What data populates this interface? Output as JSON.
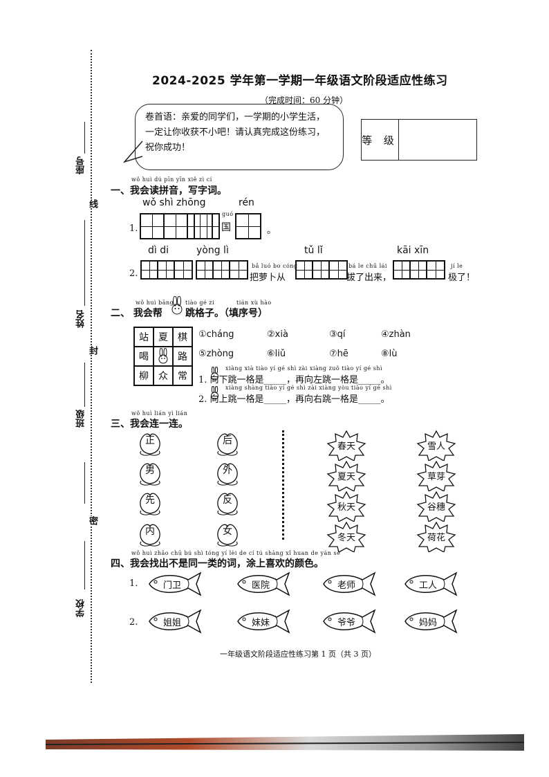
{
  "header": {
    "title": "2024-2025 学年第一学期一年级语文阶段适应性练习",
    "subtitle": "（完成时间：60 分钟）",
    "message": "卷首语：亲爱的同学们，一学期的小学生活，一定让你收获不小吧！请认真完成这份练习，祝你成功！",
    "grade_label": "等 级"
  },
  "margin": {
    "seat": "座号",
    "name": "姓名",
    "class": "班级",
    "school": "学校",
    "seam_line": "线",
    "seam_seal": "封",
    "seam_dense": "密"
  },
  "section1": {
    "pinyin": "wǒ huì dú pīn yīn   xiě zì cí",
    "title": "一、我会读拼音，写字词。",
    "q1_num": "1.",
    "q1_py1": "wǒ  shì zhōng",
    "q1_py2": "rén",
    "q1_guo_py": "guó",
    "q1_guo": "国",
    "q1_end": "。",
    "q2_num": "2.",
    "q2_py1": "dì  di",
    "q2_py2": "yòng lì",
    "q2_py3": "tǔ  lǐ",
    "q2_py4": "kāi xīn",
    "q2_t1_py": "bǎ luó bo cóng",
    "q2_t1": "把萝卜从",
    "q2_t2_py": "bá le chū lái",
    "q2_t2": "拔了出来，",
    "q2_t3_py": "jí  le",
    "q2_t3": "极了！"
  },
  "section2": {
    "pinyin1": "wǒ huì bāng",
    "pinyin2": "tiào gé zi",
    "pinyin3": "tián xù hào",
    "title_a": "二、 我会帮",
    "title_b": "跳格子。（填序号）",
    "grid": [
      "站",
      "夏",
      "棋",
      "喝",
      "",
      "路",
      "柳",
      "众",
      "常"
    ],
    "options": [
      "①cháng",
      "②xià",
      "③qí",
      "④zhàn",
      "⑤zhòng",
      "⑥liǔ",
      "⑦hē",
      "⑧lù"
    ],
    "q1_py": "xiàng xià tiào yí gé shì          zài xiàng zuǒ tiào yí gé shì",
    "q1": "1.    向下跳一格是_____，再向左跳一格是_____。",
    "q2_py": "xiàng shàng tiào yí gé shì          zài xiàng yòu tiào yí gé shì",
    "q2": "2.    向上跳一格是_____，再向右跳一格是_____。"
  },
  "section3": {
    "pinyin": "wǒ huì lián yì lián",
    "title": "三、我会连一连。",
    "peaches_left": [
      "正",
      "男",
      "先",
      "内"
    ],
    "peaches_right": [
      "后",
      "外",
      "反",
      "女"
    ],
    "stars_left": [
      "春天",
      "夏天",
      "秋天",
      "冬天"
    ],
    "stars_right": [
      "雪人",
      "草芽",
      "谷穗",
      "荷花"
    ]
  },
  "section4": {
    "pinyin": "wǒ huì zhǎo chū bú shì tóng yí lèi de cí   tú shàng xǐ huan de yán sè",
    "title": "四、我会找出不是同一类的词，涂上喜欢的颜色。",
    "row1_num": "1.",
    "row1": [
      "门卫",
      "医院",
      "老师",
      "工人"
    ],
    "row2_num": "2.",
    "row2": [
      "姐姐",
      "妹妹",
      "爷爷",
      "妈妈"
    ]
  },
  "footer": "一年级语文阶段适应性练习第 1 页（共 3 页）"
}
